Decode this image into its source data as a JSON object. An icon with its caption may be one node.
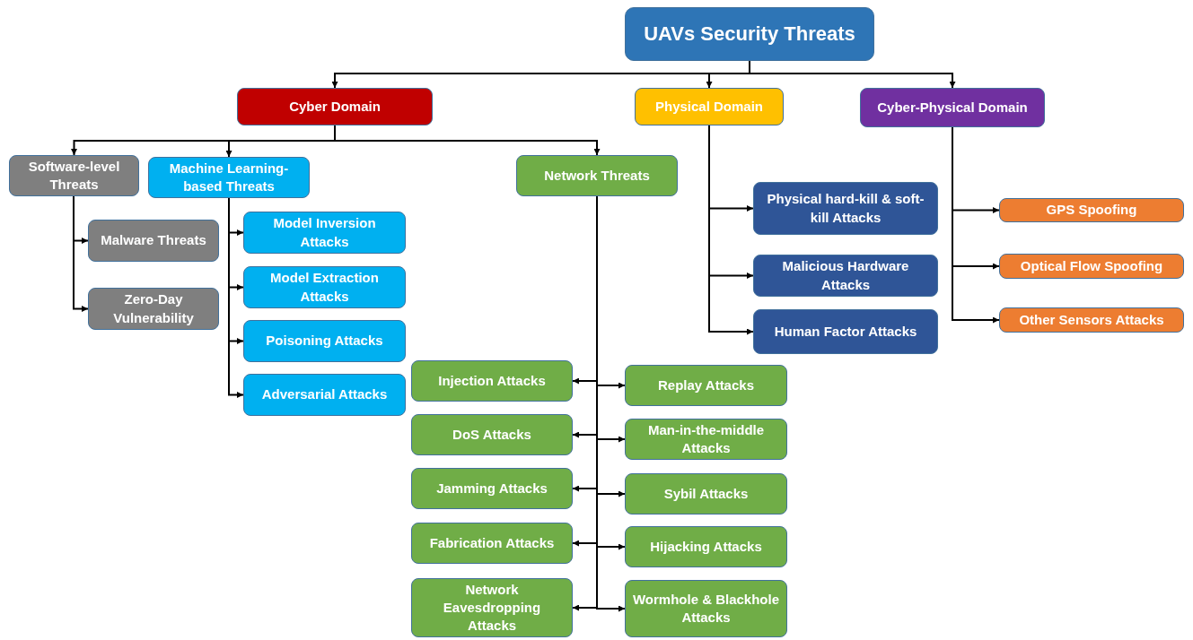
{
  "diagram": {
    "nodes": [
      {
        "text": [
          "UAVs Security Threats"
        ]
      },
      {
        "text": [
          "Cyber Domain"
        ]
      },
      {
        "text": [
          "Physical Domain"
        ]
      },
      {
        "text": [
          "Cyber-Physical Domain"
        ]
      },
      {
        "text": [
          "Software-level Threats"
        ]
      },
      {
        "text": [
          "Machine Learning-based Threats"
        ]
      },
      {
        "text": [
          "Network Threats"
        ]
      },
      {
        "text": [
          "Malware Threats"
        ]
      },
      {
        "text": [
          "Zero-Day Vulnerability"
        ]
      },
      {
        "text": [
          "Model Inversion Attacks"
        ]
      },
      {
        "text": [
          "Model Extraction Attacks"
        ]
      },
      {
        "text": [
          "Poisoning Attacks"
        ]
      },
      {
        "text": [
          "Adversarial Attacks"
        ]
      },
      {
        "text": [
          "Injection Attacks"
        ]
      },
      {
        "text": [
          "Replay Attacks"
        ]
      },
      {
        "text": [
          "DoS Attacks"
        ]
      },
      {
        "text": [
          "Man-in-the-middle Attacks"
        ]
      },
      {
        "text": [
          "Jamming Attacks"
        ]
      },
      {
        "text": [
          "Sybil Attacks"
        ]
      },
      {
        "text": [
          "Fabrication Attacks"
        ]
      },
      {
        "text": [
          "Hijacking Attacks"
        ]
      },
      {
        "text": [
          "Network Eavesdropping Attacks"
        ]
      },
      {
        "text": [
          "Wormhole & Blackhole Attacks"
        ]
      },
      {
        "text": [
          "Physical hard-kill & soft-kill Attacks"
        ]
      },
      {
        "text": [
          "Malicious Hardware Attacks"
        ]
      },
      {
        "text": [
          "Human Factor Attacks"
        ]
      },
      {
        "text": [
          "GPS Spoofing"
        ]
      },
      {
        "text": [
          "Optical Flow Spoofing"
        ]
      },
      {
        "text": [
          "Other Sensors Attacks"
        ]
      }
    ],
    "edges": [
      {
        "from": 0,
        "to": 1,
        "arrow": "to"
      },
      {
        "from": 0,
        "to": 2,
        "arrow": "to"
      },
      {
        "from": 0,
        "to": 3,
        "arrow": "to"
      },
      {
        "from": 1,
        "to": 4,
        "arrow": "to"
      },
      {
        "from": 1,
        "to": 5,
        "arrow": "to"
      },
      {
        "from": 1,
        "to": 6,
        "arrow": "to"
      },
      {
        "from": 4,
        "to": 7,
        "arrow": "to"
      },
      {
        "from": 4,
        "to": 8,
        "arrow": "to"
      },
      {
        "from": 5,
        "to": 9,
        "arrow": "to"
      },
      {
        "from": 5,
        "to": 10,
        "arrow": "to"
      },
      {
        "from": 5,
        "to": 11,
        "arrow": "to"
      },
      {
        "from": 5,
        "to": 12,
        "arrow": "to"
      },
      {
        "from": 6,
        "to": 13,
        "arrow": "to"
      },
      {
        "from": 6,
        "to": 14,
        "arrow": "to"
      },
      {
        "from": 6,
        "to": 15,
        "arrow": "to"
      },
      {
        "from": 6,
        "to": 16,
        "arrow": "to"
      },
      {
        "from": 6,
        "to": 17,
        "arrow": "to"
      },
      {
        "from": 6,
        "to": 18,
        "arrow": "to"
      },
      {
        "from": 6,
        "to": 19,
        "arrow": "to"
      },
      {
        "from": 6,
        "to": 20,
        "arrow": "to"
      },
      {
        "from": 6,
        "to": 21,
        "arrow": "to"
      },
      {
        "from": 6,
        "to": 22,
        "arrow": "to"
      },
      {
        "from": 2,
        "to": 23,
        "arrow": "to"
      },
      {
        "from": 2,
        "to": 24,
        "arrow": "to"
      },
      {
        "from": 2,
        "to": 25,
        "arrow": "to"
      },
      {
        "from": 3,
        "to": 26,
        "arrow": "to"
      },
      {
        "from": 3,
        "to": 27,
        "arrow": "to"
      },
      {
        "from": 3,
        "to": 28,
        "arrow": "to"
      }
    ]
  }
}
